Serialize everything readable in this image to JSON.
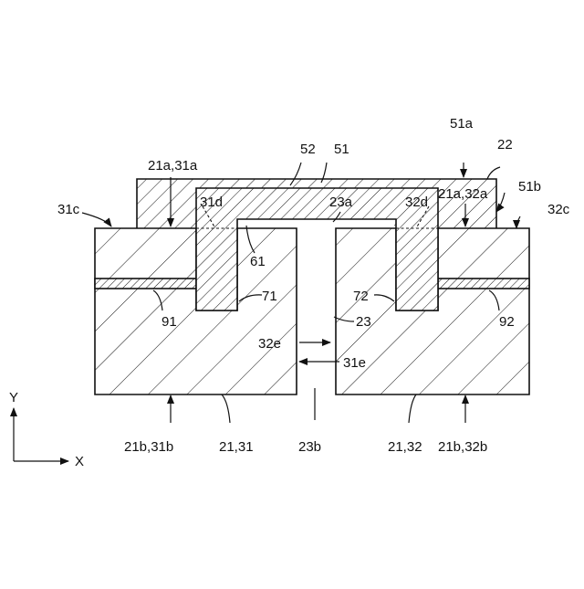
{
  "diagram": {
    "labels": {
      "l_21a31a": "21a,31a",
      "l_31c": "31c",
      "l_31d": "31d",
      "l_52": "52",
      "l_51": "51",
      "l_51a": "51a",
      "l_22": "22",
      "l_51b": "51b",
      "l_32c": "32c",
      "l_21a32a": "21a,32a",
      "l_32d": "32d",
      "l_23a": "23a",
      "l_61": "61",
      "l_71": "71",
      "l_72": "72",
      "l_91": "91",
      "l_92": "92",
      "l_23": "23",
      "l_32e": "32e",
      "l_31e": "31e",
      "l_21b31b": "21b,31b",
      "l_2131": "21,31",
      "l_23b": "23b",
      "l_2132": "21,32",
      "l_21b32b": "21b,32b"
    },
    "axes": {
      "y": "Y",
      "x": "X"
    }
  }
}
